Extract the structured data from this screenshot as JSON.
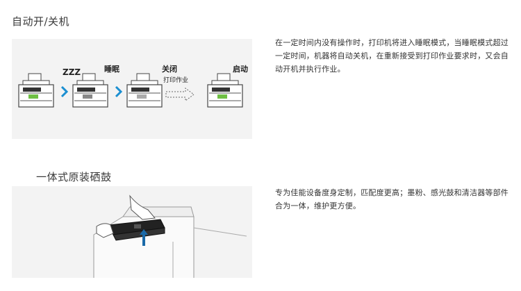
{
  "sections": [
    {
      "title": "自动开/关机",
      "description": "在一定时间内没有操作时，打印机将进入睡眠模式，当睡眠模式超过一定时间，机器将自动关机，在重新接受到打印作业要求时，又会自动开机并执行作业。",
      "diagram": {
        "sleep_symbol": "ZZZ",
        "labels": {
          "sleep": "睡眠",
          "off": "关闭",
          "print_job": "打印作业",
          "start": "启动"
        },
        "arrow_color": "#1b8fd1"
      }
    },
    {
      "title": "一体式原装硒鼓",
      "description": "专为佳能设备度身定制，匹配度更高；墨粉、感光鼓和清洁器等部件合为一体，维护更方便。",
      "illustration": {
        "arrow_color": "#1b6aa8"
      }
    }
  ]
}
